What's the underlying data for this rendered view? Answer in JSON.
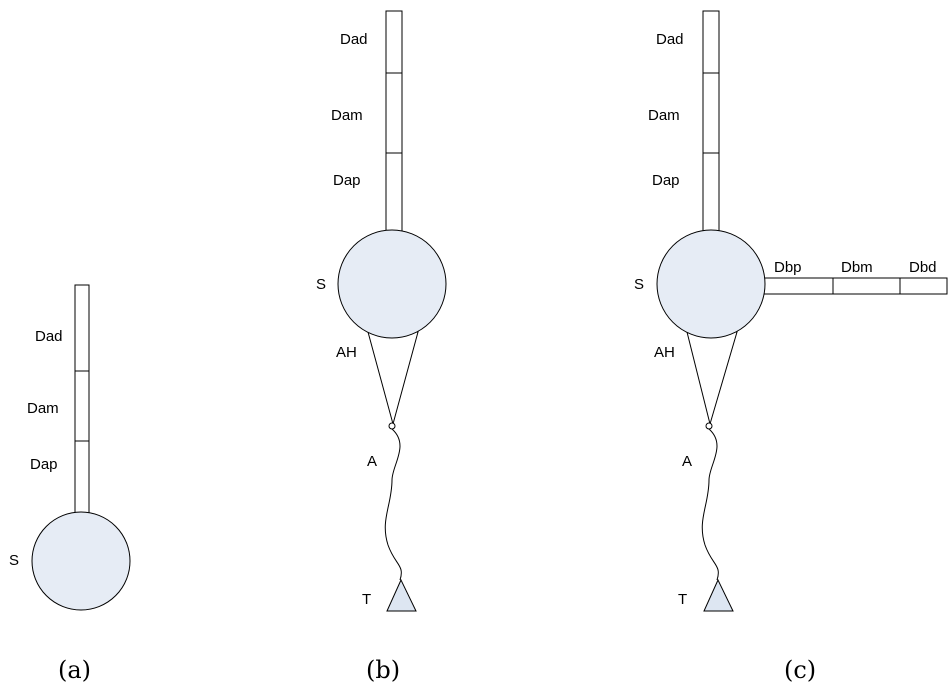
{
  "panels": [
    {
      "caption": "(a)",
      "labels": {
        "dad": "Dad",
        "dam": "Dam",
        "dap": "Dap",
        "soma": "S"
      }
    },
    {
      "caption": "(b)",
      "labels": {
        "dad": "Dad",
        "dam": "Dam",
        "dap": "Dap",
        "soma": "S",
        "axon_hillock": "AH",
        "axon": "A",
        "terminal": "T"
      }
    },
    {
      "caption": "(c)",
      "labels": {
        "dad": "Dad",
        "dam": "Dam",
        "dap": "Dap",
        "soma": "S",
        "axon_hillock": "AH",
        "axon": "A",
        "terminal": "T",
        "dbp": "Dbp",
        "dbm": "Dbm",
        "dbd": "Dbd"
      }
    }
  ],
  "colors": {
    "soma_fill": "#e6ecf5",
    "terminal_fill": "#dde6f2"
  }
}
